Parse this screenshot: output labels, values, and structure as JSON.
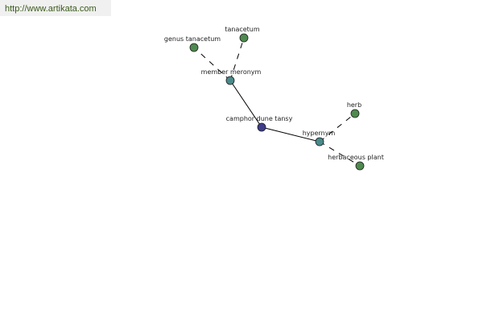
{
  "site": {
    "url": "http://www.artikata.com"
  },
  "colors": {
    "background": "#ffffff",
    "banner_bg": "#f0f0f0",
    "banner_text": "#3a5a1a",
    "edge": "#000000",
    "node_root": "#3d3d8a",
    "node_relation": "#4a8a8a",
    "node_term": "#4f8a4f",
    "node_stroke": "#1e1e1e"
  },
  "graph": {
    "nodes": [
      {
        "id": "camphor-dune-tansy",
        "label": "camphor dune tansy",
        "kind": "root"
      },
      {
        "id": "member-meronym",
        "label": "member meronym",
        "kind": "relation"
      },
      {
        "id": "hypernym",
        "label": "hypernym",
        "kind": "relation"
      },
      {
        "id": "genus-tanacetum",
        "label": "genus tanacetum",
        "kind": "term"
      },
      {
        "id": "tanacetum",
        "label": "tanacetum",
        "kind": "term"
      },
      {
        "id": "herb",
        "label": "herb",
        "kind": "term"
      },
      {
        "id": "herbaceous-plant",
        "label": "herbaceous plant",
        "kind": "term"
      }
    ],
    "edges": [
      {
        "from": "camphor-dune-tansy",
        "to": "member-meronym",
        "style": "solid"
      },
      {
        "from": "camphor-dune-tansy",
        "to": "hypernym",
        "style": "solid"
      },
      {
        "from": "member-meronym",
        "to": "genus-tanacetum",
        "style": "dashed"
      },
      {
        "from": "member-meronym",
        "to": "tanacetum",
        "style": "dashed"
      },
      {
        "from": "hypernym",
        "to": "herb",
        "style": "dashed"
      },
      {
        "from": "hypernym",
        "to": "herbaceous-plant",
        "style": "dashed"
      }
    ]
  }
}
